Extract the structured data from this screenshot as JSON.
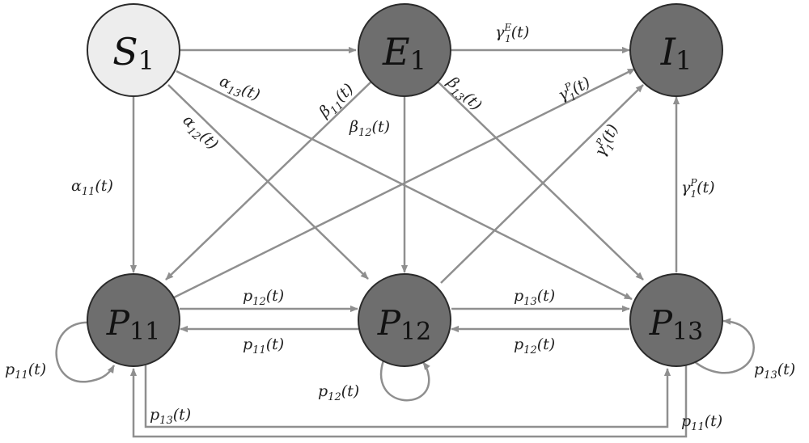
{
  "nodes": {
    "S1": {
      "letter": "S",
      "sub": "1",
      "fill": "#ededed"
    },
    "E1": {
      "letter": "E",
      "sub": "1",
      "fill": "#6e6e6e"
    },
    "I1": {
      "letter": "I",
      "sub": "1",
      "fill": "#6e6e6e"
    },
    "P11": {
      "letter": "P",
      "sub": "11",
      "fill": "#6e6e6e"
    },
    "P12": {
      "letter": "P",
      "sub": "12",
      "fill": "#6e6e6e"
    },
    "P13": {
      "letter": "P",
      "sub": "13",
      "fill": "#6e6e6e"
    }
  },
  "labels": {
    "gamma_E_top": {
      "g": "γ",
      "sup": "E",
      "sub": "1",
      "t": "(t)"
    },
    "gamma_P_diag1": {
      "g": "γ",
      "sup": "P",
      "sub": "1",
      "t": "(t)"
    },
    "gamma_P_diag2": {
      "g": "γ",
      "sup": "P",
      "sub": "1",
      "t": "(t)"
    },
    "gamma_P_right": {
      "g": "γ",
      "sup": "P",
      "sub": "1",
      "t": "(t)"
    },
    "alpha11": {
      "g": "α",
      "sub": "11",
      "t": "(t)"
    },
    "alpha12": {
      "g": "α",
      "sub": "12",
      "t": "(t)"
    },
    "alpha13": {
      "g": "α",
      "sub": "13",
      "t": "(t)"
    },
    "beta11": {
      "g": "β",
      "sub": "11",
      "t": "(t)"
    },
    "beta12": {
      "g": "β",
      "sub": "12",
      "t": "(t)"
    },
    "beta13": {
      "g": "β",
      "sub": "13",
      "t": "(t)"
    },
    "p12_top": {
      "g": "p",
      "sub": "12",
      "t": "(t)"
    },
    "p11_mid": {
      "g": "p",
      "sub": "11",
      "t": "(t)"
    },
    "p13_top": {
      "g": "p",
      "sub": "13",
      "t": "(t)"
    },
    "p12_mid": {
      "g": "p",
      "sub": "12",
      "t": "(t)"
    },
    "p11_loop": {
      "g": "p",
      "sub": "11",
      "t": "(t)"
    },
    "p12_loop": {
      "g": "p",
      "sub": "12",
      "t": "(t)"
    },
    "p13_loop": {
      "g": "p",
      "sub": "13",
      "t": "(t)"
    },
    "p13_bottom": {
      "g": "p",
      "sub": "13",
      "t": "(t)"
    },
    "p11_bottom": {
      "g": "p",
      "sub": "11",
      "t": "(t)"
    }
  },
  "colors": {
    "edge": "#8f8f8f",
    "node_dark": "#6e6e6e",
    "node_light": "#ededed",
    "outline": "#2b2b2b"
  }
}
